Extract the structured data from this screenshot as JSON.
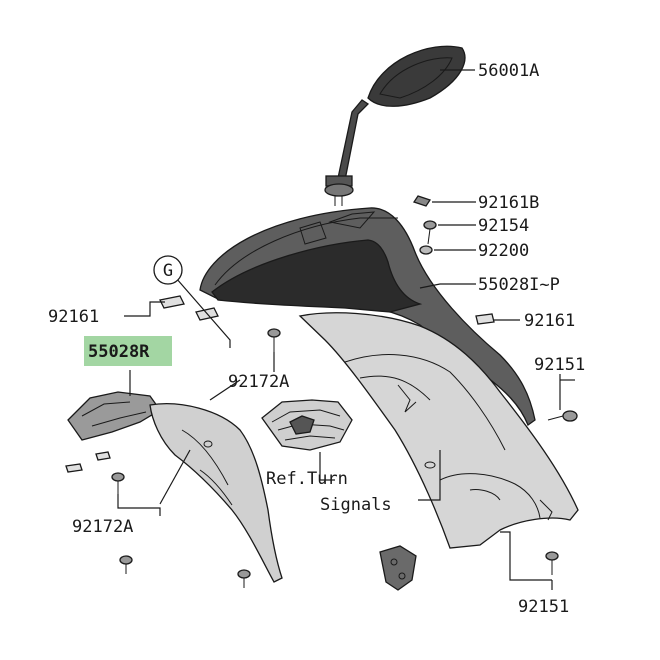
{
  "labels": {
    "mirror": "56001A",
    "bolt_upper": "92161B",
    "screw_upper": "92154",
    "nut_upper": "92200",
    "cowl_main": "55028I~P",
    "clip_left_top": "92161",
    "clip_right": "92161",
    "cowl_inner_highlight": "55028R",
    "screw_center": "92172A",
    "screw_lower_left": "92172A",
    "bolt_right_upper": "92151",
    "bolt_right_lower": "92151",
    "ref_turn_line1": "Ref.Turn",
    "ref_turn_line2": "Signals",
    "circle_marker": "G"
  },
  "colors": {
    "highlight_fill": "#a3d6a3",
    "panel_fill": "#d9d9d9",
    "panel_dark": "#8a8a8a",
    "line": "#1a1a1a"
  }
}
